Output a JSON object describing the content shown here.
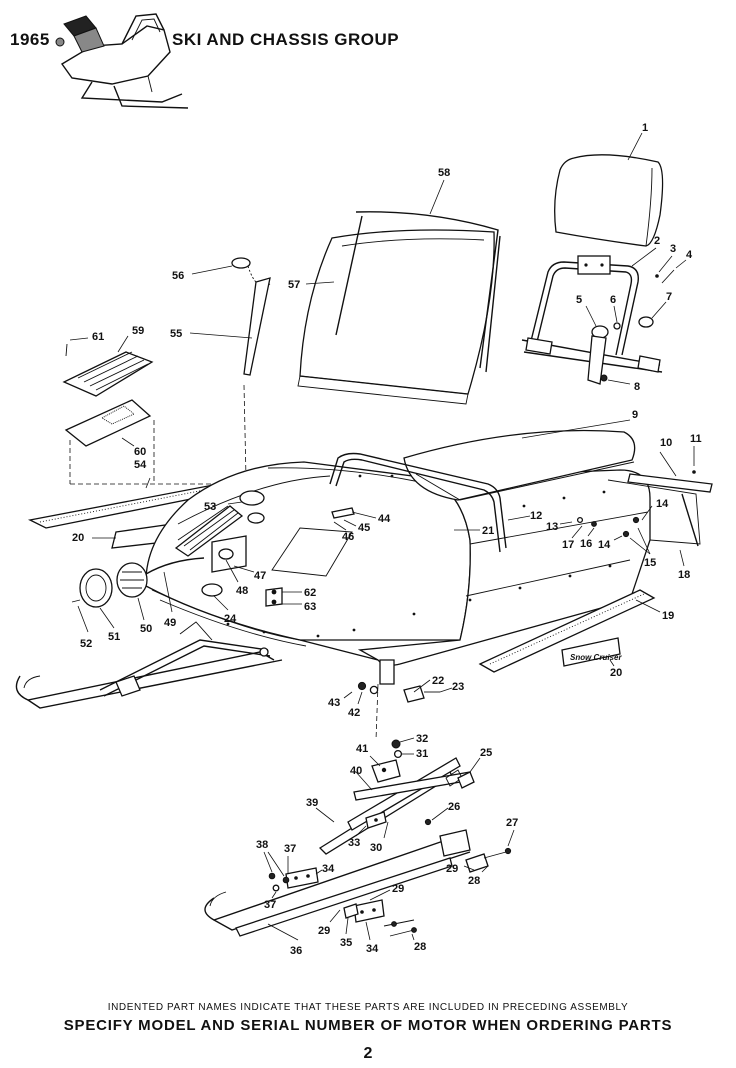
{
  "header": {
    "year": "1965",
    "title": "SKI AND CHASSIS GROUP"
  },
  "diagram": {
    "callouts": [
      "1",
      "2",
      "3",
      "4",
      "5",
      "6",
      "7",
      "8",
      "9",
      "10",
      "11",
      "12",
      "13",
      "14",
      "14",
      "15",
      "16",
      "17",
      "18",
      "19",
      "20",
      "20",
      "21",
      "22",
      "23",
      "24",
      "25",
      "26",
      "27",
      "28",
      "28",
      "29",
      "29",
      "29",
      "30",
      "31",
      "32",
      "33",
      "34",
      "34",
      "35",
      "36",
      "37",
      "37",
      "38",
      "39",
      "40",
      "41",
      "42",
      "43",
      "44",
      "45",
      "46",
      "47",
      "48",
      "49",
      "50",
      "51",
      "52",
      "53",
      "54",
      "55",
      "56",
      "57",
      "58",
      "59",
      "60",
      "61",
      "62",
      "63"
    ],
    "decal_text": "Snow Cruiser"
  },
  "footer": {
    "note": "INDENTED PART NAMES INDICATE THAT THESE PARTS ARE INCLUDED IN PRECEDING ASSEMBLY",
    "instruction": "SPECIFY MODEL AND SERIAL NUMBER OF MOTOR WHEN ORDERING PARTS",
    "page_number": "2"
  }
}
